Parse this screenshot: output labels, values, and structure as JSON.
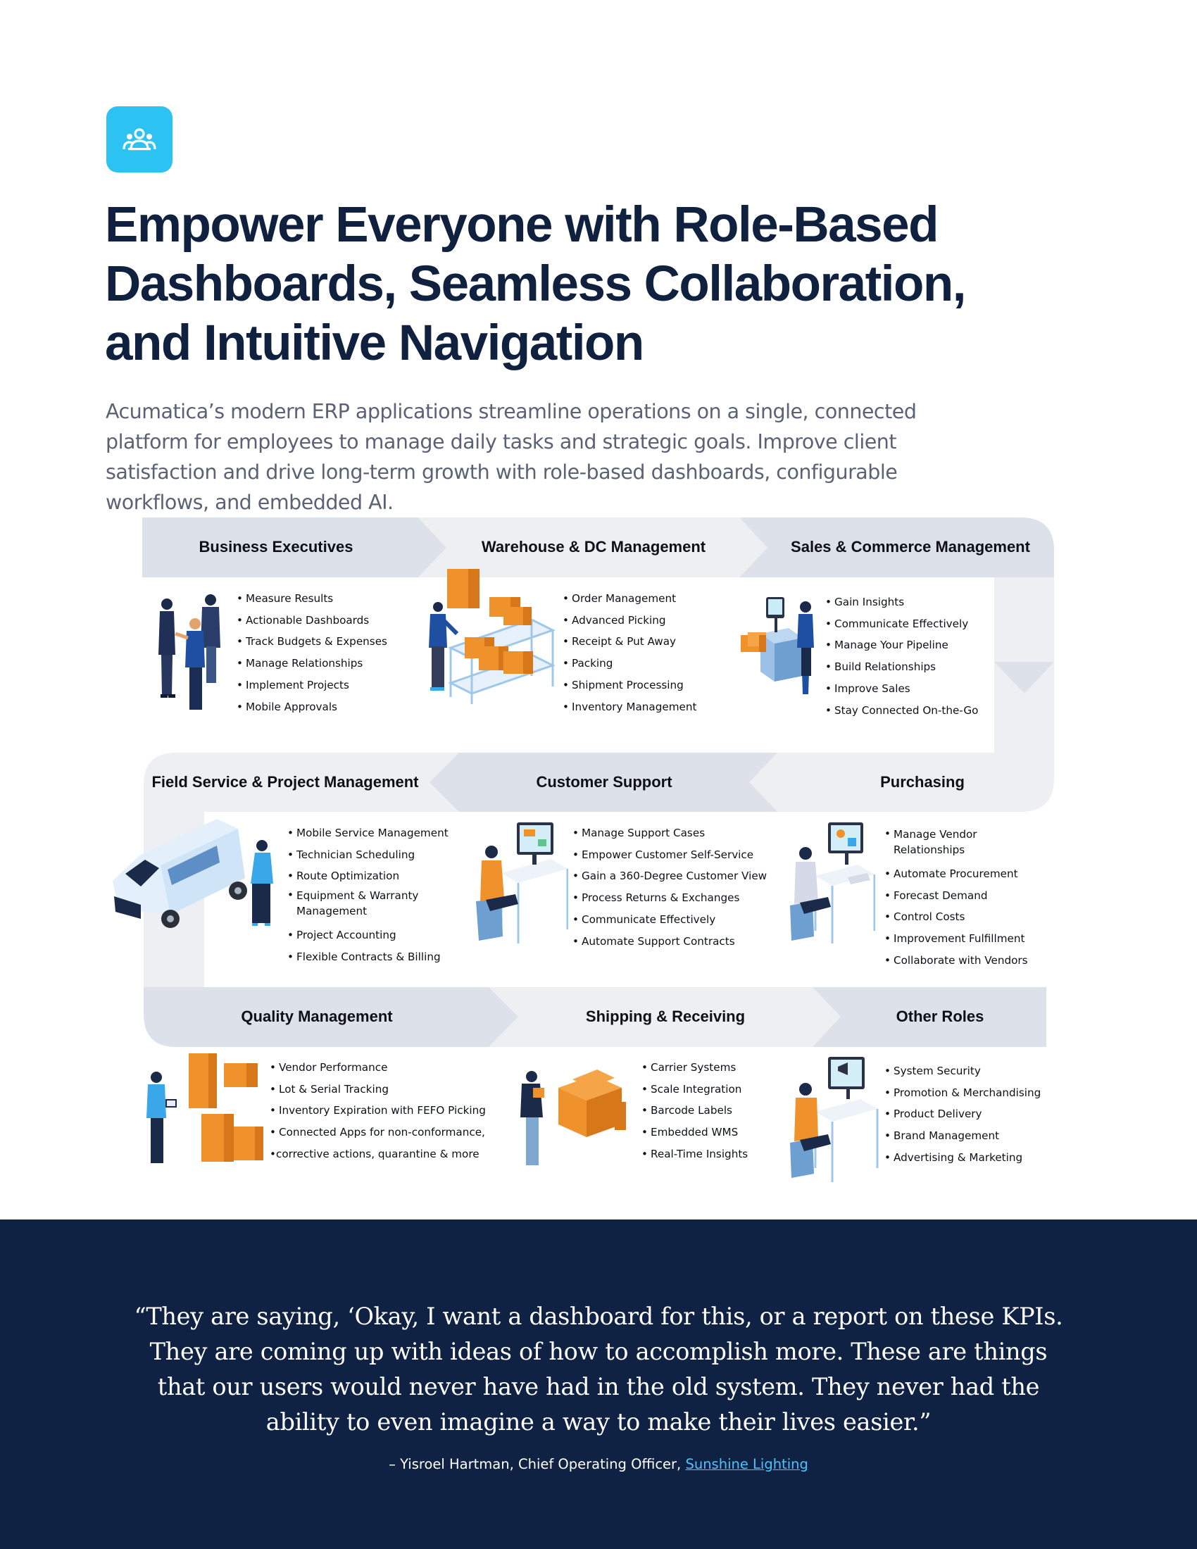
{
  "header": {
    "icon": "team-icon",
    "accent_color": "#2cc3f2",
    "title": "Empower Everyone with Role-Based Dashboards, Seamless Collaboration, and Intuitive Navigation",
    "intro": "Acumatica’s modern ERP applications streamline operations on a single, connected platform for employees to manage daily tasks and strategic goals. Improve client satisfaction and drive long-term growth with role-based dashboards, configurable workflows, and embedded AI."
  },
  "roles": [
    {
      "title": "Business Executives",
      "illustration": "executives-handshake-illustration",
      "bullets": [
        "Measure Results",
        "Actionable Dashboards",
        "Track Budgets & Expenses",
        "Manage Relationships",
        "Implement Projects",
        "Mobile Approvals"
      ]
    },
    {
      "title": "Warehouse & DC Management",
      "illustration": "warehouse-shelves-illustration",
      "bullets": [
        "Order Management",
        "Advanced Picking",
        "Receipt & Put Away",
        "Packing",
        "Shipment Processing",
        "Inventory Management"
      ]
    },
    {
      "title": "Sales & Commerce Management",
      "illustration": "sales-kiosk-illustration",
      "bullets": [
        "Gain Insights",
        "Communicate Effectively",
        "Manage Your Pipeline",
        "Build Relationships",
        "Improve Sales",
        "Stay Connected On-the-Go"
      ]
    },
    {
      "title": "Field Service & Project Management",
      "illustration": "service-van-illustration",
      "bullets": [
        "Mobile Service Management",
        "Technician Scheduling",
        "Route Optimization",
        "Equipment & Warranty Management",
        "Project Accounting",
        "Flexible Contracts & Billing"
      ]
    },
    {
      "title": "Customer Support",
      "illustration": "support-agent-desk-illustration",
      "bullets": [
        "Manage Support Cases",
        "Empower Customer Self-Service",
        "Gain a 360-Degree Customer View",
        "Process Returns & Exchanges",
        "Communicate Effectively",
        "Automate Support Contracts"
      ]
    },
    {
      "title": "Purchasing",
      "illustration": "purchasing-desk-illustration",
      "bullets": [
        "Manage Vendor Relationships",
        "Automate Procurement",
        "Forecast Demand",
        "Control Costs",
        "Improvement Fulfillment",
        "Collaborate with Vendors"
      ]
    },
    {
      "title": "Quality Management",
      "illustration": "quality-boxes-illustration",
      "bullets": [
        "Vendor Performance",
        "Lot & Serial Tracking",
        "Inventory Expiration with FEFO Picking",
        "Connected Apps for non-conformance,",
        "corrective actions, quarantine & more"
      ]
    },
    {
      "title": "Shipping & Receiving",
      "illustration": "shipping-boxes-illustration",
      "bullets": [
        "Carrier Systems",
        "Scale Integration",
        "Barcode Labels",
        "Embedded WMS",
        "Real-Time Insights"
      ]
    },
    {
      "title": "Other Roles",
      "illustration": "other-roles-desk-illustration",
      "bullets": [
        "System Security",
        "Promotion & Merchandising",
        "Product Delivery",
        "Brand Management",
        "Advertising & Marketing"
      ]
    }
  ],
  "colors": {
    "band_light": "#edeff3",
    "band_mid": "#dde1e9",
    "box_orange": "#f0922b",
    "quote_background": "#102244",
    "link": "#4fc3f7"
  },
  "quote": {
    "text": "“They are saying, ‘Okay, I want a dashboard for this, or a report on these KPIs. They are coming up with ideas of how to accomplish more. These are things that our users would never have had in the old system. They never had the ability to even imagine a way to make their lives easier.”",
    "attribution_prefix": "– Yisroel Hartman, Chief Operating Officer, ",
    "company_link": "Sunshine Lighting"
  }
}
